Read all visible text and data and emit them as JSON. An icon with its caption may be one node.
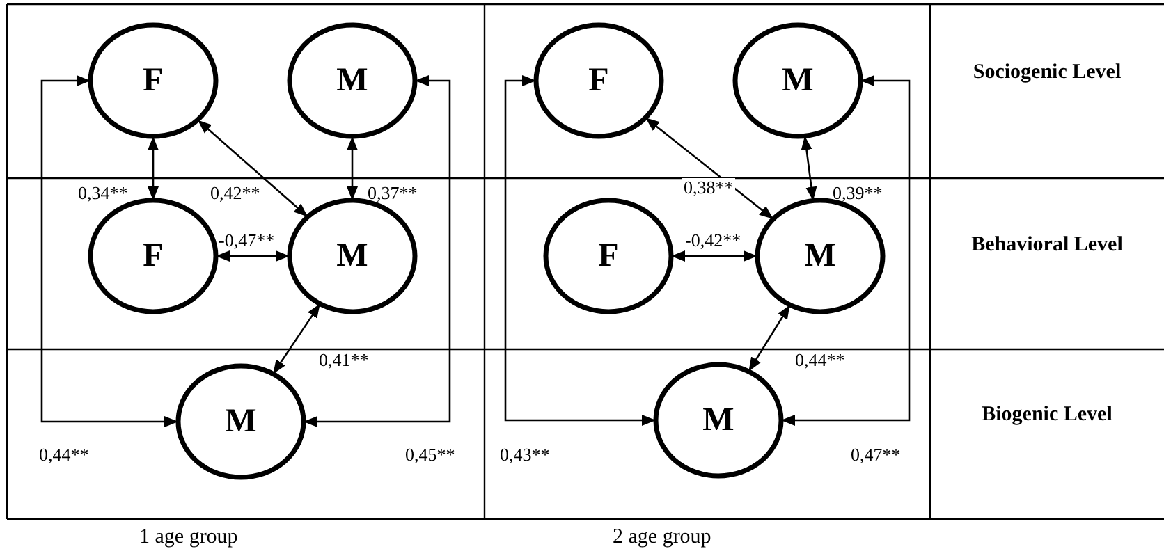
{
  "diagram": {
    "nodes": [
      {
        "text": [
          "F"
        ]
      },
      {
        "text": [
          "M"
        ]
      },
      {
        "text": [
          "F"
        ]
      },
      {
        "text": [
          "M"
        ]
      },
      {
        "text": [
          "M"
        ]
      },
      {
        "text": [
          "F"
        ]
      },
      {
        "text": [
          "M"
        ]
      },
      {
        "text": [
          "F"
        ]
      },
      {
        "text": [
          "M"
        ]
      },
      {
        "text": [
          "M"
        ]
      }
    ],
    "edges": [
      {
        "from": 0,
        "to": 2,
        "arrow": "both",
        "label": "0,34**"
      },
      {
        "from": 0,
        "to": 3,
        "arrow": "both",
        "label": "0,42**"
      },
      {
        "from": 1,
        "to": 3,
        "arrow": "both",
        "label": "0,37**"
      },
      {
        "from": 2,
        "to": 3,
        "arrow": "both",
        "label": "-0,47**"
      },
      {
        "from": 3,
        "to": 4,
        "arrow": "both",
        "label": "0,41**"
      },
      {
        "from": 4,
        "to": 0,
        "arrow": "both",
        "label": "0,44**"
      },
      {
        "from": 4,
        "to": 1,
        "arrow": "both",
        "label": "0,45**"
      },
      {
        "from": 5,
        "to": 8,
        "arrow": "both",
        "label": "0,38**"
      },
      {
        "from": 6,
        "to": 8,
        "arrow": "both",
        "label": "0,39**"
      },
      {
        "from": 7,
        "to": 8,
        "arrow": "both",
        "label": "-0,42**"
      },
      {
        "from": 8,
        "to": 9,
        "arrow": "both",
        "label": "0,44**"
      },
      {
        "from": 9,
        "to": 5,
        "arrow": "both",
        "label": "0,43**"
      },
      {
        "from": 9,
        "to": 6,
        "arrow": "both",
        "label": "0,47**"
      }
    ],
    "labels": [
      "Sociogenic Level",
      "Behavioral Level",
      "Biogenic Level",
      "1 age group",
      "2 age group"
    ]
  }
}
